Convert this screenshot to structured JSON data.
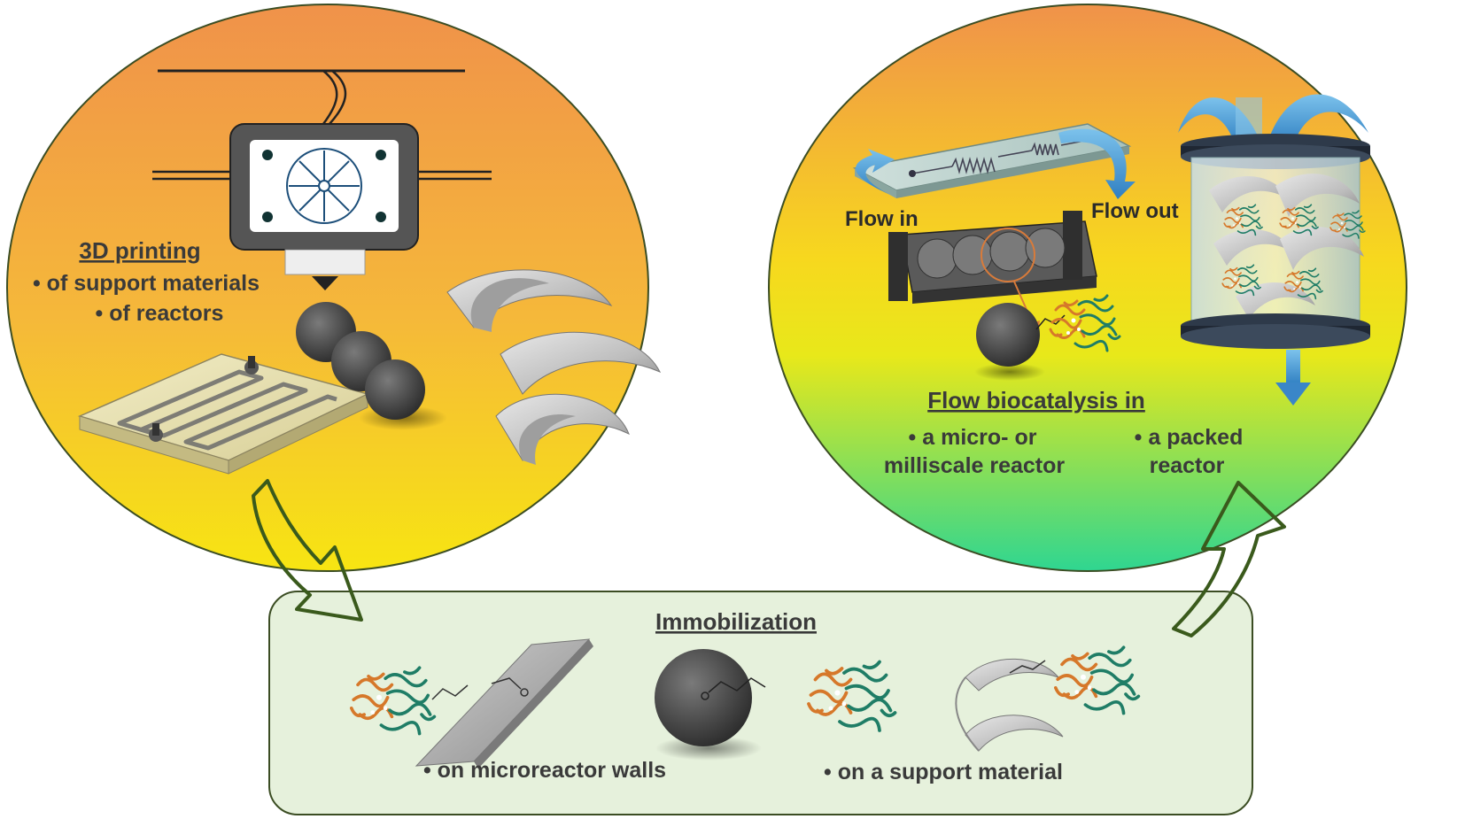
{
  "left_panel": {
    "title": "3D printing",
    "items": [
      "• of support materials",
      "• of reactors"
    ]
  },
  "right_panel": {
    "flow_in_label": "Flow in",
    "flow_out_label": "Flow out",
    "title": "Flow biocatalysis in",
    "item_micro_line1": "• a micro- or",
    "item_micro_line2": "milliscale reactor",
    "item_packed_line1": "• a packed",
    "item_packed_line2": "reactor"
  },
  "bottom_panel": {
    "title": "Immobilization",
    "item_walls": "• on microreactor walls",
    "item_support": "• on a support material"
  },
  "colors": {
    "gradient_top": "#f0924a",
    "gradient_mid": "#f7d81e",
    "gradient_bottom": "#2fd691",
    "panel_fill": "#e6f1dc",
    "outline": "#3b4d23",
    "arrow_outline": "#3a5a1c",
    "enzyme_orange": "#d6782a",
    "enzyme_green": "#1f7d66",
    "sphere_dark": "#4a4a4a",
    "flow_blue": "#4a9bd6"
  }
}
